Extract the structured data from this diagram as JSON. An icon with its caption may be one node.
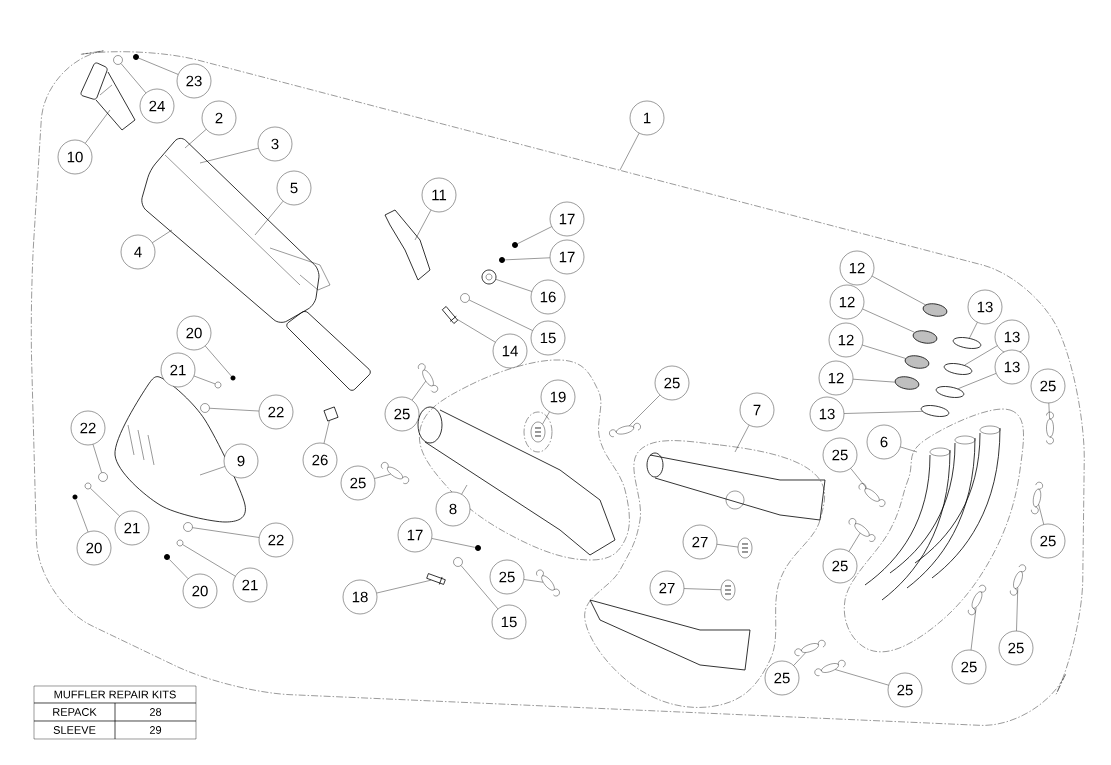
{
  "diagram": {
    "nodes": [
      {
        "text": [
          "1"
        ]
      },
      {
        "text": [
          "2"
        ]
      },
      {
        "text": [
          "3"
        ]
      },
      {
        "text": [
          "5"
        ]
      },
      {
        "text": [
          "4"
        ]
      },
      {
        "text": [
          "10"
        ]
      },
      {
        "text": [
          "24"
        ]
      },
      {
        "text": [
          "23"
        ]
      },
      {
        "text": [
          "11"
        ]
      },
      {
        "text": [
          "17"
        ]
      },
      {
        "text": [
          "17"
        ]
      },
      {
        "text": [
          "16"
        ]
      },
      {
        "text": [
          "15"
        ]
      },
      {
        "text": [
          "14"
        ]
      },
      {
        "text": [
          "12"
        ]
      },
      {
        "text": [
          "12"
        ]
      },
      {
        "text": [
          "12"
        ]
      },
      {
        "text": [
          "12"
        ]
      },
      {
        "text": [
          "13"
        ]
      },
      {
        "text": [
          "13"
        ]
      },
      {
        "text": [
          "13"
        ]
      },
      {
        "text": [
          "13"
        ]
      },
      {
        "text": [
          "20"
        ]
      },
      {
        "text": [
          "21"
        ]
      },
      {
        "text": [
          "22"
        ]
      },
      {
        "text": [
          "22"
        ]
      },
      {
        "text": [
          "9"
        ]
      },
      {
        "text": [
          "21"
        ]
      },
      {
        "text": [
          "20"
        ]
      },
      {
        "text": [
          "22"
        ]
      },
      {
        "text": [
          "21"
        ]
      },
      {
        "text": [
          "20"
        ]
      },
      {
        "text": [
          "26"
        ]
      },
      {
        "text": [
          "25"
        ]
      },
      {
        "text": [
          "19"
        ]
      },
      {
        "text": [
          "25"
        ]
      },
      {
        "text": [
          "8"
        ]
      },
      {
        "text": [
          "17"
        ]
      },
      {
        "text": [
          "18"
        ]
      },
      {
        "text": [
          "15"
        ]
      },
      {
        "text": [
          "25"
        ]
      },
      {
        "text": [
          "25"
        ]
      },
      {
        "text": [
          "7"
        ]
      },
      {
        "text": [
          "6"
        ]
      },
      {
        "text": [
          "25"
        ]
      },
      {
        "text": [
          "25"
        ]
      },
      {
        "text": [
          "27"
        ]
      },
      {
        "text": [
          "27"
        ]
      },
      {
        "text": [
          "25"
        ]
      },
      {
        "text": [
          "25"
        ]
      },
      {
        "text": [
          "25"
        ]
      },
      {
        "text": [
          "25"
        ]
      },
      {
        "text": [
          "25"
        ]
      },
      {
        "text": [
          "25"
        ]
      },
      {
        "text": [],
        "shape": "picture"
      },
      {
        "text": [],
        "shape": "picture"
      },
      {
        "text": [],
        "shape": "picture"
      },
      {
        "text": [],
        "shape": "picture"
      },
      {
        "text": [],
        "shape": "picture"
      },
      {
        "text": [],
        "shape": "picture"
      },
      {
        "text": [],
        "shape": "picture"
      },
      {
        "text": [],
        "shape": "picture"
      },
      {
        "text": [],
        "shape": "picture"
      },
      {
        "text": [],
        "shape": "picture"
      },
      {
        "text": [],
        "shape": "picture"
      },
      {
        "text": [],
        "shape": "picture"
      },
      {
        "text": [],
        "shape": "picture"
      },
      {
        "text": [],
        "shape": "picture"
      },
      {
        "text": [],
        "shape": "picture"
      },
      {
        "text": [],
        "shape": "picture"
      },
      {
        "text": [],
        "shape": "picture"
      },
      {
        "text": [],
        "shape": "picture"
      },
      {
        "text": [],
        "shape": "picture"
      },
      {
        "text": [],
        "shape": "picture"
      },
      {
        "text": [],
        "shape": "picture"
      },
      {
        "text": [],
        "shape": "picture"
      },
      {
        "text": [],
        "shape": "picture"
      },
      {
        "text": [],
        "shape": "picture"
      },
      {
        "text": [],
        "shape": "picture"
      },
      {
        "text": [],
        "shape": "picture"
      },
      {
        "text": [],
        "shape": "picture"
      },
      {
        "text": [],
        "shape": "picture"
      },
      {
        "text": [],
        "shape": "picture"
      },
      {
        "text": [],
        "shape": "picture"
      },
      {
        "text": [],
        "shape": "picture"
      },
      {
        "text": [],
        "shape": "picture"
      },
      {
        "text": [],
        "shape": "picture"
      },
      {
        "text": [],
        "shape": "picture"
      },
      {
        "text": [],
        "shape": "picture"
      },
      {
        "text": [],
        "shape": "picture"
      },
      {
        "text": [],
        "shape": "picture"
      },
      {
        "text": [],
        "shape": "picture"
      },
      {
        "text": [],
        "shape": "picture"
      },
      {
        "text": [],
        "shape": "picture"
      },
      {
        "text": [],
        "shape": "picture"
      },
      {
        "text": [],
        "shape": "picture"
      },
      {
        "text": [],
        "shape": "picture"
      }
    ],
    "edges": [
      {
        "from": 0,
        "to": null,
        "arrow": "none"
      },
      {
        "from": 1,
        "to": null,
        "arrow": "none"
      },
      {
        "from": 2,
        "to": null,
        "arrow": "none"
      },
      {
        "from": 3,
        "to": null,
        "arrow": "none"
      },
      {
        "from": 4,
        "to": null,
        "arrow": "none"
      },
      {
        "from": 5,
        "to": null,
        "arrow": "none"
      },
      {
        "from": 6,
        "to": 54,
        "arrow": "none"
      },
      {
        "from": 7,
        "to": 55,
        "arrow": "none"
      },
      {
        "from": 8,
        "to": null,
        "arrow": "none"
      },
      {
        "from": 9,
        "to": 56,
        "arrow": "none"
      },
      {
        "from": 10,
        "to": 57,
        "arrow": "none"
      },
      {
        "from": 11,
        "to": 58,
        "arrow": "none"
      },
      {
        "from": 12,
        "to": 59,
        "arrow": "none"
      },
      {
        "from": 13,
        "to": 60,
        "arrow": "none"
      },
      {
        "from": 14,
        "to": 61,
        "arrow": "none"
      },
      {
        "from": 15,
        "to": 62,
        "arrow": "none"
      },
      {
        "from": 16,
        "to": 63,
        "arrow": "none"
      },
      {
        "from": 17,
        "to": 64,
        "arrow": "none"
      },
      {
        "from": 18,
        "to": 65,
        "arrow": "none"
      },
      {
        "from": 19,
        "to": 66,
        "arrow": "none"
      },
      {
        "from": 20,
        "to": 67,
        "arrow": "none"
      },
      {
        "from": 21,
        "to": 68,
        "arrow": "none"
      },
      {
        "from": 22,
        "to": 69,
        "arrow": "none"
      },
      {
        "from": 23,
        "to": 70,
        "arrow": "none"
      },
      {
        "from": 24,
        "to": 71,
        "arrow": "none"
      },
      {
        "from": 25,
        "to": 72,
        "arrow": "none"
      },
      {
        "from": 26,
        "to": null,
        "arrow": "none"
      },
      {
        "from": 27,
        "to": 73,
        "arrow": "none"
      },
      {
        "from": 28,
        "to": 74,
        "arrow": "none"
      },
      {
        "from": 29,
        "to": 75,
        "arrow": "none"
      },
      {
        "from": 30,
        "to": 76,
        "arrow": "none"
      },
      {
        "from": 31,
        "to": 77,
        "arrow": "none"
      },
      {
        "from": 32,
        "to": 78,
        "arrow": "none"
      },
      {
        "from": 33,
        "to": 79,
        "arrow": "none"
      },
      {
        "from": 34,
        "to": 80,
        "arrow": "none"
      },
      {
        "from": 35,
        "to": 81,
        "arrow": "none"
      },
      {
        "from": 36,
        "to": null,
        "arrow": "none"
      },
      {
        "from": 37,
        "to": 82,
        "arrow": "none"
      },
      {
        "from": 38,
        "to": 83,
        "arrow": "none"
      },
      {
        "from": 39,
        "to": 84,
        "arrow": "none"
      },
      {
        "from": 40,
        "to": 85,
        "arrow": "none"
      },
      {
        "from": 41,
        "to": 86,
        "arrow": "none"
      },
      {
        "from": 42,
        "to": null,
        "arrow": "none"
      },
      {
        "from": 43,
        "to": null,
        "arrow": "none"
      },
      {
        "from": 44,
        "to": 87,
        "arrow": "none"
      },
      {
        "from": 45,
        "to": 88,
        "arrow": "none"
      },
      {
        "from": 46,
        "to": 89,
        "arrow": "none"
      },
      {
        "from": 47,
        "to": 90,
        "arrow": "none"
      },
      {
        "from": 48,
        "to": 91,
        "arrow": "none"
      },
      {
        "from": 49,
        "to": 92,
        "arrow": "none"
      },
      {
        "from": 50,
        "to": 93,
        "arrow": "none"
      },
      {
        "from": 51,
        "to": 94,
        "arrow": "none"
      },
      {
        "from": 52,
        "to": 95,
        "arrow": "none"
      },
      {
        "from": 53,
        "to": 96,
        "arrow": "none"
      }
    ],
    "labels": [
      "MUFFLER REPAIR KITS",
      "REPACK",
      "28",
      "SLEEVE",
      "29"
    ]
  }
}
